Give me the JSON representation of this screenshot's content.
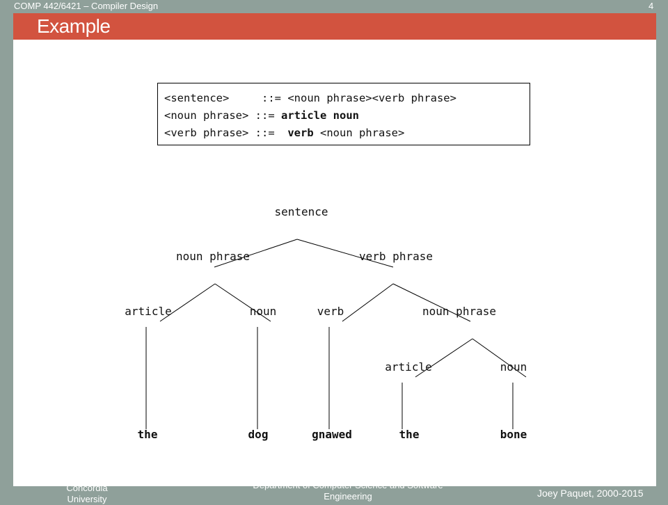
{
  "header": {
    "course_title": "COMP 442/6421 – Compiler Design",
    "page_number": "4"
  },
  "slide": {
    "title": "Example",
    "accent_color": "#d2533f",
    "background_color": "#8fa09a"
  },
  "grammar": {
    "rules": [
      {
        "lhs": "<sentence>",
        "op": "::=",
        "rhs_parts": [
          {
            "text": "<noun phrase><verb phrase>",
            "bold": false
          }
        ]
      },
      {
        "lhs": "<noun phrase>",
        "op": "::=",
        "rhs_parts": [
          {
            "text": "article noun",
            "bold": true
          }
        ]
      },
      {
        "lhs": "<verb phrase>",
        "op": "::=",
        "rhs_parts": [
          {
            "text": "verb",
            "bold": true
          },
          {
            "text": "<noun phrase>",
            "bold": false
          }
        ]
      }
    ]
  },
  "parse_tree": {
    "nodes": [
      {
        "id": "n1",
        "label": "sentence",
        "bold": false
      },
      {
        "id": "n2",
        "label": "noun phrase",
        "bold": false
      },
      {
        "id": "n3",
        "label": "verb phrase",
        "bold": false
      },
      {
        "id": "n4",
        "label": "article",
        "bold": false
      },
      {
        "id": "n5",
        "label": "noun",
        "bold": false
      },
      {
        "id": "n6",
        "label": "verb",
        "bold": false
      },
      {
        "id": "n7",
        "label": "noun phrase",
        "bold": false
      },
      {
        "id": "n8",
        "label": "article",
        "bold": false
      },
      {
        "id": "n9",
        "label": "noun",
        "bold": false
      },
      {
        "id": "t1",
        "label": "the",
        "bold": true
      },
      {
        "id": "t2",
        "label": "dog",
        "bold": true
      },
      {
        "id": "t3",
        "label": "gnawed",
        "bold": true
      },
      {
        "id": "t4",
        "label": "the",
        "bold": true
      },
      {
        "id": "t5",
        "label": "bone",
        "bold": true
      }
    ],
    "edges": [
      [
        "n1",
        "n2"
      ],
      [
        "n1",
        "n3"
      ],
      [
        "n2",
        "n4"
      ],
      [
        "n2",
        "n5"
      ],
      [
        "n3",
        "n6"
      ],
      [
        "n3",
        "n7"
      ],
      [
        "n7",
        "n8"
      ],
      [
        "n7",
        "n9"
      ],
      [
        "n4",
        "t1"
      ],
      [
        "n5",
        "t2"
      ],
      [
        "n6",
        "t3"
      ],
      [
        "n8",
        "t4"
      ],
      [
        "n9",
        "t5"
      ]
    ]
  },
  "footer": {
    "left": "Concordia University",
    "center": "Department of Computer Science and Software Engineering",
    "right": "Joey Paquet, 2000-2015"
  }
}
